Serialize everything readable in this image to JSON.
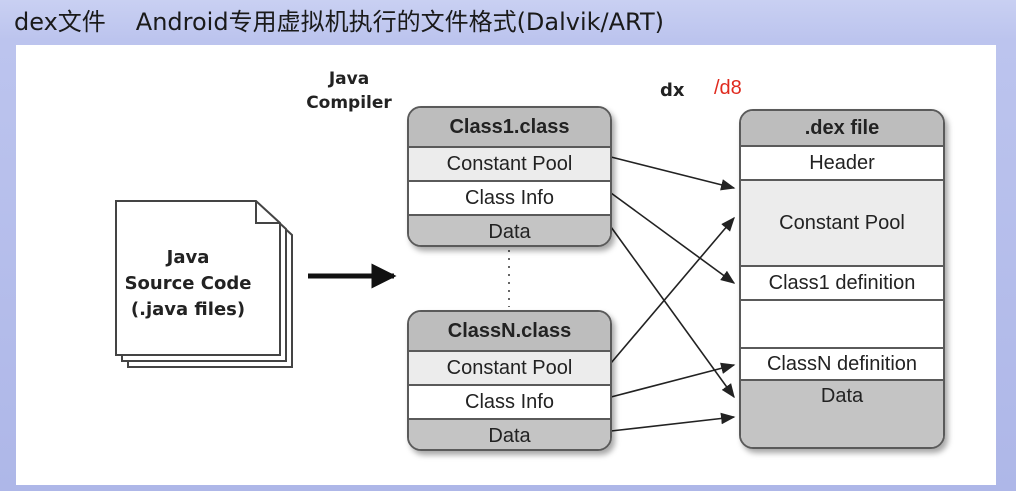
{
  "header": {
    "title": "dex文件",
    "subtitle": "Android专用虚拟机执行的文件格式(Dalvik/ART)"
  },
  "diagram": {
    "java_compiler": "Java Compiler",
    "java_compiler_line1": "Java",
    "java_compiler_line2": "Compiler",
    "dx_label": "dx",
    "d8_label": "/d8",
    "source": {
      "line1": "Java",
      "line2": "Source Code",
      "line3": "(.java files)"
    },
    "class1": {
      "title": "Class1.class",
      "constant_pool": "Constant Pool",
      "class_info": "Class Info",
      "data": "Data"
    },
    "classN": {
      "title": "ClassN.class",
      "constant_pool": "Constant Pool",
      "class_info": "Class Info",
      "data": "Data"
    },
    "dex": {
      "title": ".dex file",
      "header": "Header",
      "constant_pool": "Constant Pool",
      "class1_def": "Class1 definition",
      "classN_def": "ClassN definition",
      "data": "Data"
    },
    "colors": {
      "accent_red": "#e02a1e",
      "header_gray": "#bdbdbd",
      "light_gray": "#ececec"
    }
  }
}
